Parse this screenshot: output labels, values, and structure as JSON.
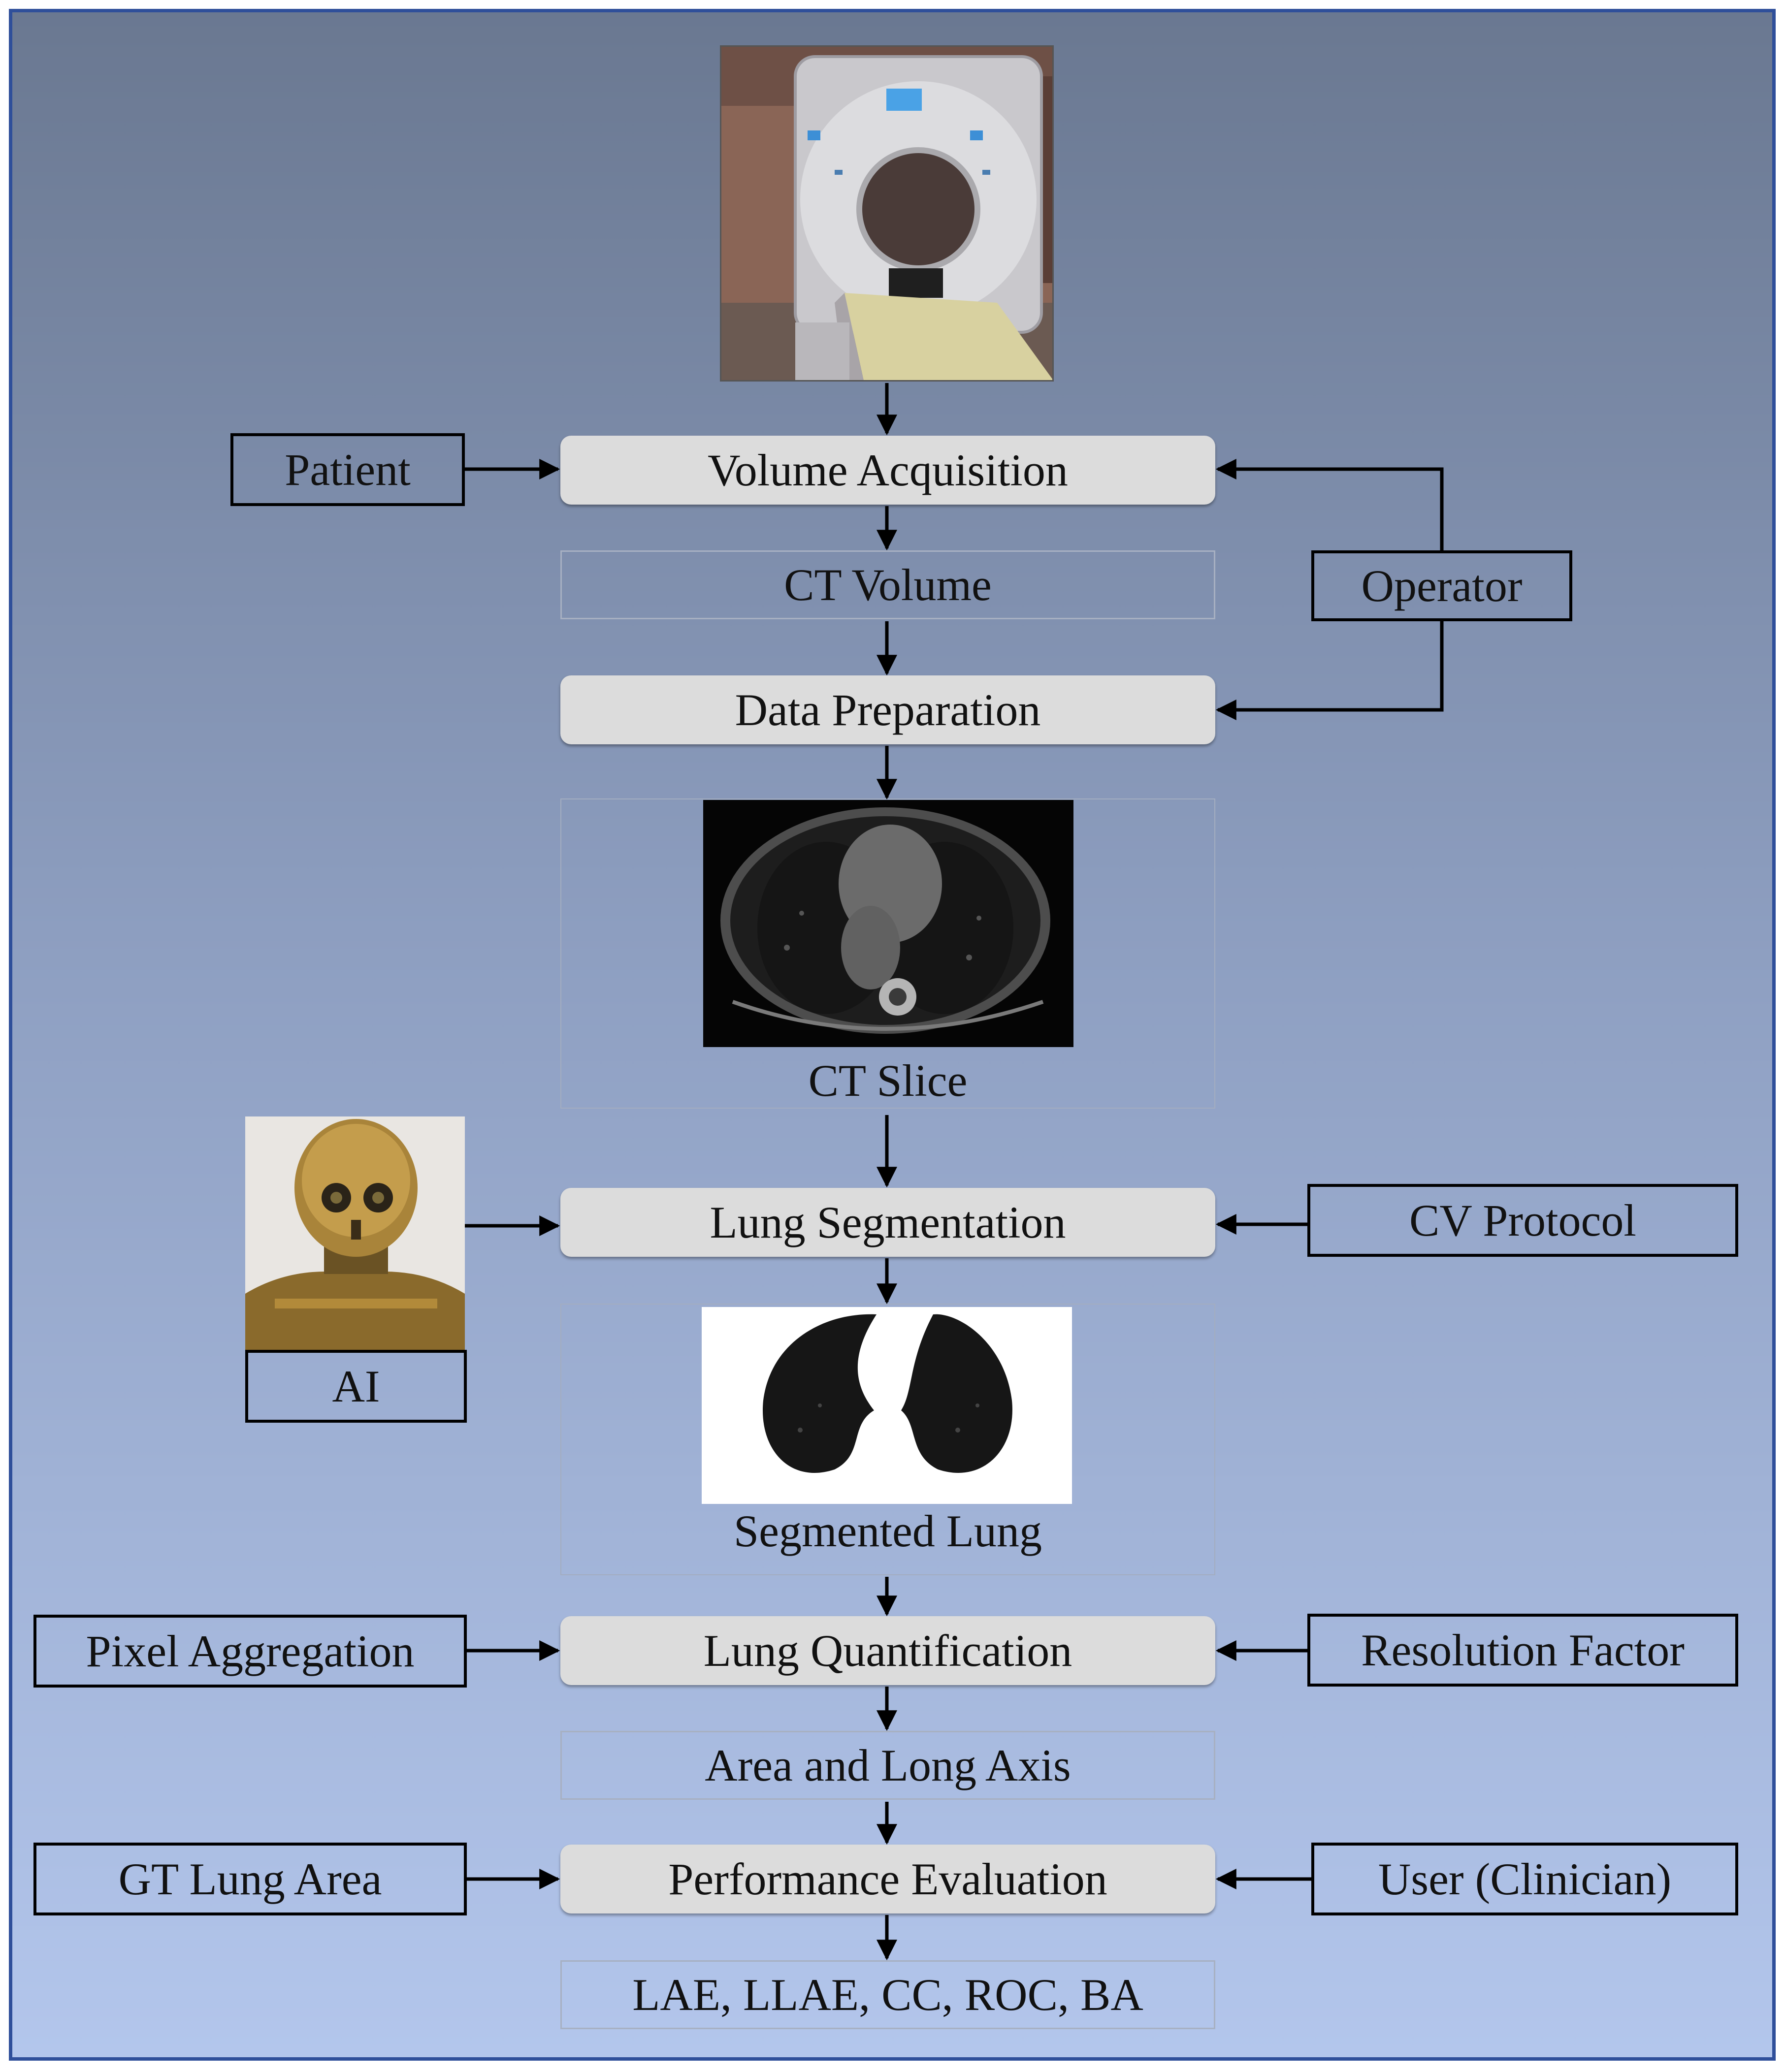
{
  "nodes": {
    "volume_acquisition": "Volume Acquisition",
    "ct_volume": "CT Volume",
    "data_preparation": "Data Preparation",
    "ct_slice": "CT Slice",
    "lung_segmentation": "Lung Segmentation",
    "segmented_lung": "Segmented Lung",
    "lung_quantification": "Lung Quantification",
    "area_long_axis": "Area and Long Axis",
    "performance_evaluation": "Performance Evaluation",
    "metrics": "LAE, LLAE, CC, ROC, BA"
  },
  "inputs": {
    "patient": "Patient",
    "operator": "Operator",
    "ai": "AI",
    "cv_protocol": "CV Protocol",
    "pixel_aggregation": "Pixel Aggregation",
    "resolution_factor": "Resolution Factor",
    "gt_lung_area": "GT Lung Area",
    "user_clinician": "User (Clinician)"
  },
  "images": {
    "ct_scanner": "ct-scanner-photo",
    "ct_slice": "ct-slice-image",
    "robot": "humanoid-robot-photo",
    "segmented_lung": "segmented-lung-image"
  },
  "colors": {
    "frame_border": "#2f4f9a",
    "background_top": "#6a7891",
    "background_bottom": "#b3c6ec",
    "process_box": "#dcdcdc"
  }
}
